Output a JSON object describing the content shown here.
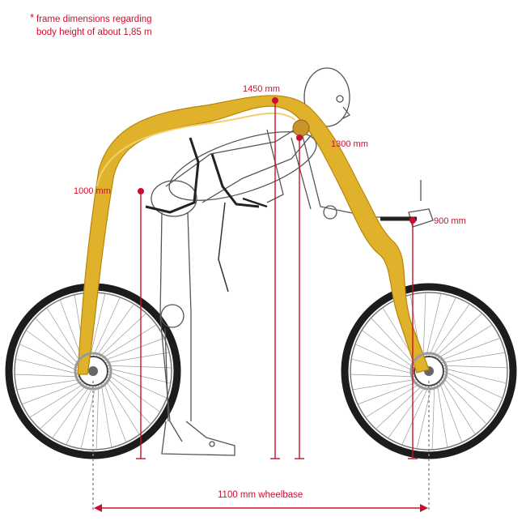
{
  "footnote": {
    "marker": "*",
    "line1": "frame dimensions regarding",
    "line2": "body height of about 1,85 m"
  },
  "dimensions": {
    "d1450": "1450 mm",
    "d1300": "1300 mm",
    "d1000": "1000 mm",
    "d900": "900 mm",
    "wheelbase": "1100 mm wheelbase"
  },
  "colors": {
    "accent": "#c8102e",
    "frame": "#e0b12a",
    "frame_dark": "#b8860b",
    "tire": "#1c1c1c",
    "sketch": "#555555"
  }
}
